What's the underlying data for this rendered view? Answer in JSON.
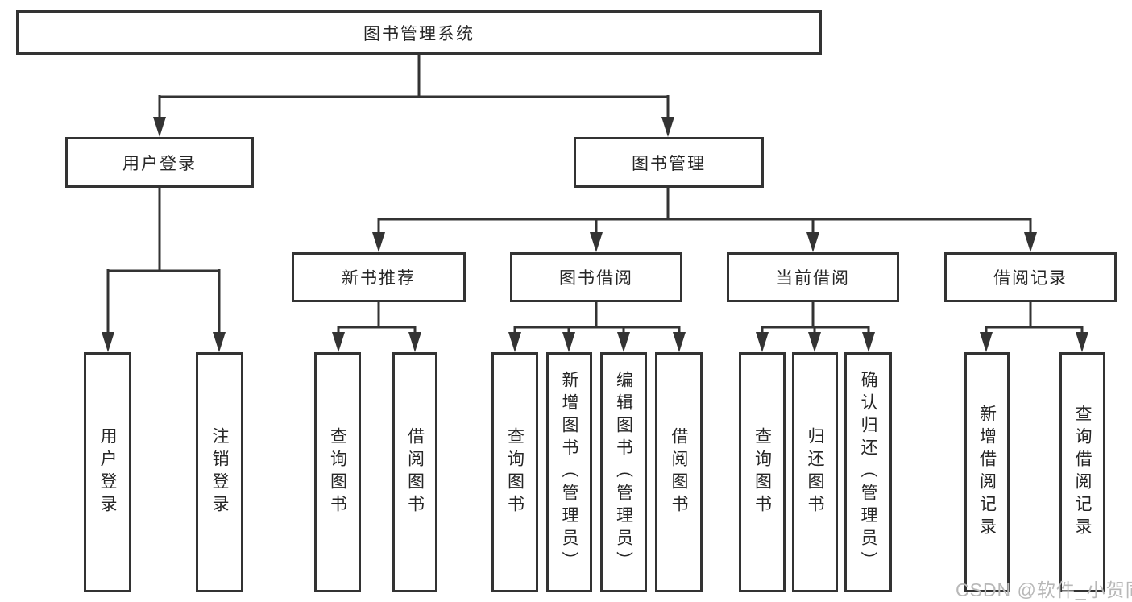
{
  "colors": {
    "line": "#333333",
    "text": "#262626",
    "watermark": "#b8b8b8",
    "background": "#ffffff"
  },
  "tree": {
    "label": "图书管理系统",
    "children": [
      {
        "label": "用户登录",
        "children": [
          {
            "label": "用户登录"
          },
          {
            "label": "注销登录"
          }
        ]
      },
      {
        "label": "图书管理",
        "children": [
          {
            "label": "新书推荐",
            "children": [
              {
                "label": "查询图书"
              },
              {
                "label": "借阅图书"
              }
            ]
          },
          {
            "label": "图书借阅",
            "children": [
              {
                "label": "查询图书"
              },
              {
                "label": "新增图书（管理员）"
              },
              {
                "label": "编辑图书（管理员）"
              },
              {
                "label": "借阅图书"
              }
            ]
          },
          {
            "label": "当前借阅",
            "children": [
              {
                "label": "查询图书"
              },
              {
                "label": "归还图书"
              },
              {
                "label": "确认归还（管理员）"
              }
            ]
          },
          {
            "label": "借阅记录",
            "children": [
              {
                "label": "新增借阅记录"
              },
              {
                "label": "查询借阅记录"
              }
            ]
          }
        ]
      }
    ]
  },
  "watermark": {
    "text": "CSDN @软件_小贺同学"
  }
}
